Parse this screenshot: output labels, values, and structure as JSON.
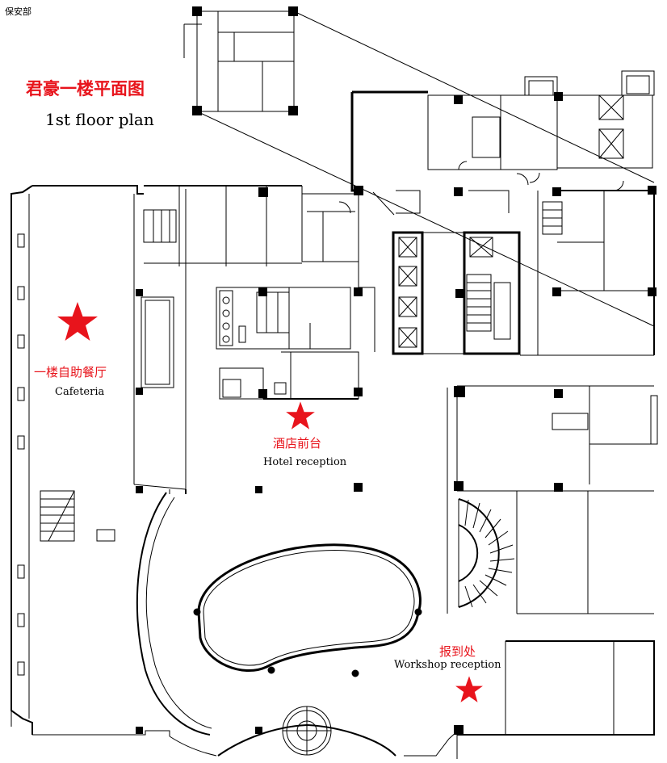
{
  "corner_label": "保安部",
  "title": {
    "cn": "君豪一楼平面图",
    "en": "1st floor plan"
  },
  "locations": [
    {
      "cn": "一楼自助餐厅",
      "en": "Cafeteria"
    },
    {
      "cn": "酒店前台",
      "en": "Hotel reception"
    },
    {
      "cn": "报到处",
      "en": "Workshop reception"
    }
  ],
  "colors": {
    "accent": "#e8141c",
    "line": "#000000",
    "background": "#ffffff"
  },
  "icons": [
    "star-icon"
  ]
}
